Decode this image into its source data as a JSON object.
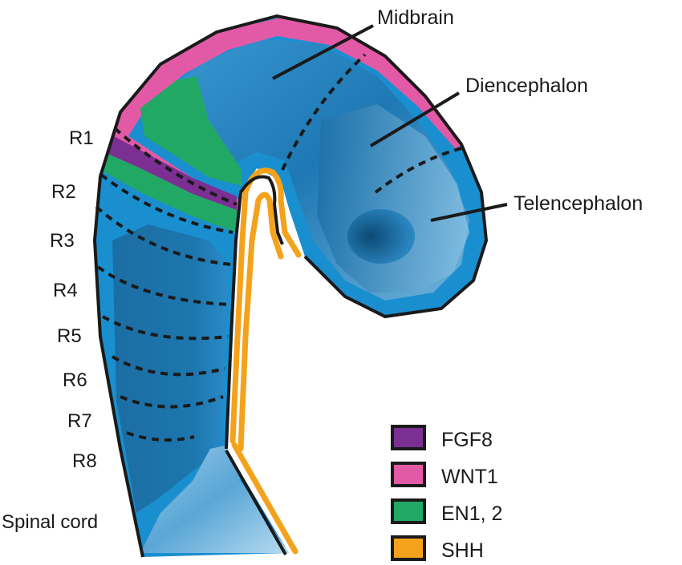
{
  "figure": {
    "region_labels": [
      {
        "id": "midbrain",
        "text": "Midbrain"
      },
      {
        "id": "diencephalon",
        "text": "Diencephalon"
      },
      {
        "id": "telencephalon",
        "text": "Telencephalon"
      }
    ],
    "rhombomeres": [
      "R1",
      "R2",
      "R3",
      "R4",
      "R5",
      "R6",
      "R7",
      "R8"
    ],
    "spinal_cord_label": "Spinal cord"
  },
  "legend": {
    "items": [
      {
        "label": "FGF8",
        "color": "#7b2f93"
      },
      {
        "label": "WNT1",
        "color": "#e25aa5"
      },
      {
        "label": "EN1, 2",
        "color": "#22a865"
      },
      {
        "label": "SHH",
        "color": "#f4a21c"
      }
    ]
  },
  "colors": {
    "tube_blue": "#1a8fd0",
    "tube_dark": "#0f5f90",
    "tube_light": "#7fc0e4",
    "outline": "#1a1a1a"
  }
}
